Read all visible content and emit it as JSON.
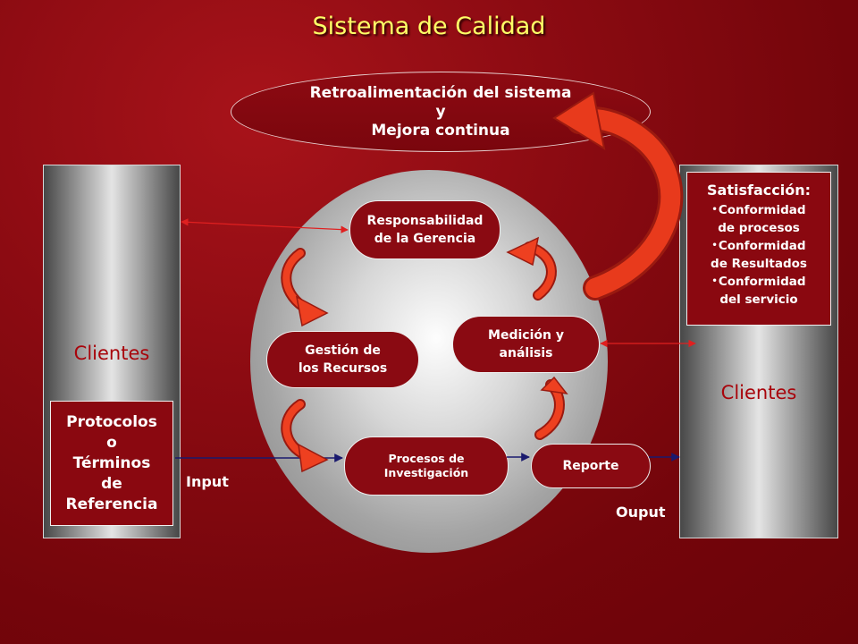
{
  "title": "Sistema de Calidad",
  "feedback": {
    "lines": [
      "Retroalimentación del sistema",
      "y",
      "Mejora continua"
    ]
  },
  "left_column": {
    "label": "Clientes",
    "box_lines": [
      "Protocolos",
      "o",
      "Términos",
      "de",
      "Referencia"
    ]
  },
  "right_column": {
    "label": "Clientes",
    "satisfaction": {
      "title": "Satisfacción:",
      "items": [
        [
          "Conformidad",
          "de procesos"
        ],
        [
          "Conformidad",
          "de Resultados"
        ],
        [
          "Conformidad",
          "del servicio"
        ]
      ]
    }
  },
  "cycle": {
    "responsabilidad": [
      "Responsabilidad",
      "de la Gerencia"
    ],
    "gestion": [
      "Gestión de",
      "los Recursos"
    ],
    "medicion": [
      "Medición y",
      "análisis"
    ],
    "procesos": [
      "Procesos de",
      "Investigación"
    ],
    "reporte": "Reporte"
  },
  "input_label": "Input",
  "output_label": "Ouput",
  "colors": {
    "background": "#7a060d",
    "title": "#ffff66",
    "pill_fill": "#8a0a12",
    "arrow_fill": "#e83a1c",
    "connector": "#1a1a6e",
    "clientes_text": "#a8040b"
  }
}
